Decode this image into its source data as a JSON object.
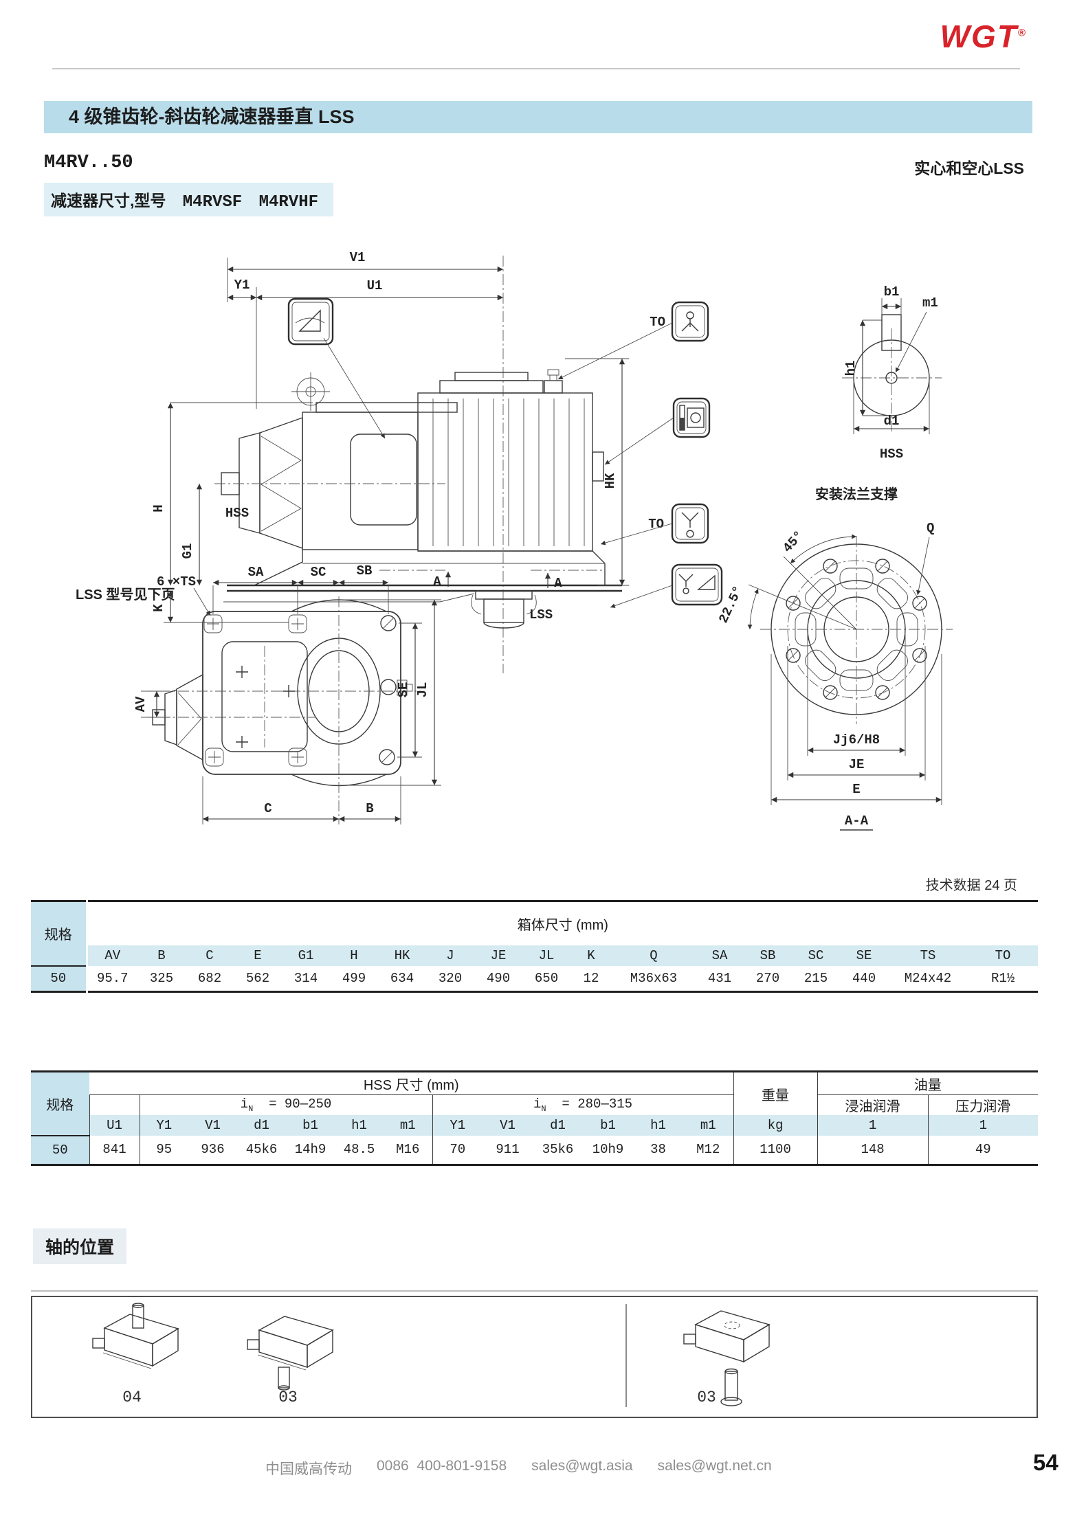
{
  "header": {
    "logo": "WGT",
    "reg": "®",
    "title": "4 级锥齿轮-斜齿轮减速器垂直 LSS",
    "model": "M4RV..50",
    "right_note": "实心和空心LSS",
    "subtitle": "减速器尺寸,型号",
    "model_sf": "M4RVSF",
    "model_hf": "M4RVHF",
    "tech_note": "技术数据 24 页"
  },
  "drawing": {
    "side": {
      "v1": "V1",
      "u1": "U1",
      "y1": "Y1",
      "h": "H",
      "g1": "G1",
      "k": "K",
      "hk": "HK",
      "hss": "HSS",
      "lss": "LSS",
      "a1": "A",
      "a2": "A",
      "to1": "TO",
      "to2": "TO",
      "note": "LSS 型号见下页"
    },
    "shaft_detail": {
      "b1": "b1",
      "m1": "m1",
      "h1": "h1",
      "d1": "d1",
      "caption": "HSS"
    },
    "flange": {
      "title": "安装法兰支撑",
      "angle45": "45°",
      "angle225": "22.5°",
      "q": "Q",
      "fit": "Jj6/H8",
      "je": "JE",
      "e": "E",
      "section": "A-A"
    },
    "top": {
      "ts": "6 ×TS",
      "sa": "SA",
      "sc": "SC",
      "sb": "SB",
      "av": "AV",
      "se": "SE",
      "jl": "JL",
      "c": "C",
      "b": "B"
    }
  },
  "table1": {
    "spec_label": "规格",
    "title": "箱体尺寸 (mm)",
    "columns": [
      "AV",
      "B",
      "C",
      "E",
      "G1",
      "H",
      "HK",
      "J",
      "JE",
      "JL",
      "K",
      "Q",
      "SA",
      "SB",
      "SC",
      "SE",
      "TS",
      "TO"
    ],
    "row_spec": "50",
    "values": [
      "95.7",
      "325",
      "682",
      "562",
      "314",
      "499",
      "634",
      "320",
      "490",
      "650",
      "12",
      "M36x63",
      "431",
      "270",
      "215",
      "440",
      "M24x42",
      "R1½"
    ]
  },
  "table2": {
    "spec_label": "规格",
    "title": "HSS 尺寸 (mm)",
    "group1": {
      "i": "i",
      "sub": "N",
      "range": "= 90—250"
    },
    "group2": {
      "i": "i",
      "sub": "N",
      "range": "= 280—315"
    },
    "col_u1": "U1",
    "cols_g1": [
      "Y1",
      "V1",
      "d1",
      "b1",
      "h1",
      "m1"
    ],
    "cols_g2": [
      "Y1",
      "V1",
      "d1",
      "b1",
      "h1",
      "m1"
    ],
    "weight_label": "重量",
    "weight_unit": "kg",
    "oil_label": "油量",
    "oil_col1": "浸油润滑",
    "oil_col2": "压力润滑",
    "oil_unit1": "1",
    "oil_unit2": "1",
    "row_spec": "50",
    "values": [
      "841",
      "95",
      "936",
      "45k6",
      "14h9",
      "48.5",
      "M16",
      "70",
      "911",
      "35k6",
      "10h9",
      "38",
      "M12",
      "1100",
      "148",
      "49"
    ]
  },
  "shaft_positions": {
    "title": "轴的位置",
    "labels": [
      "04",
      "03",
      "03"
    ]
  },
  "footer": {
    "company": "中国威高传动",
    "code": "0086",
    "phone": "400-801-9158",
    "email1": "sales@wgt.asia",
    "email2": "sales@wgt.net.cn",
    "page": "54"
  }
}
